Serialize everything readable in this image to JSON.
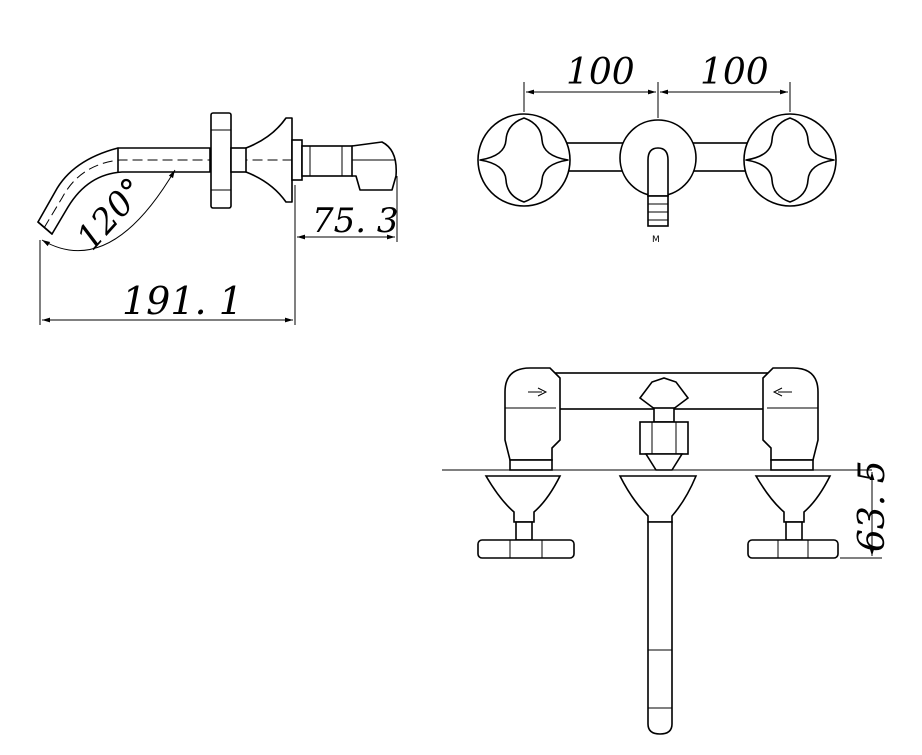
{
  "dimensions": {
    "spout_length": "191. 1",
    "handle_depth": "75. 3",
    "spout_angle": "120°",
    "spacing_left": "100",
    "spacing_right": "100",
    "valve_depth": "63. 5",
    "outlet_mark": "M"
  },
  "colors": {
    "line": "#000000",
    "background": "#ffffff"
  }
}
